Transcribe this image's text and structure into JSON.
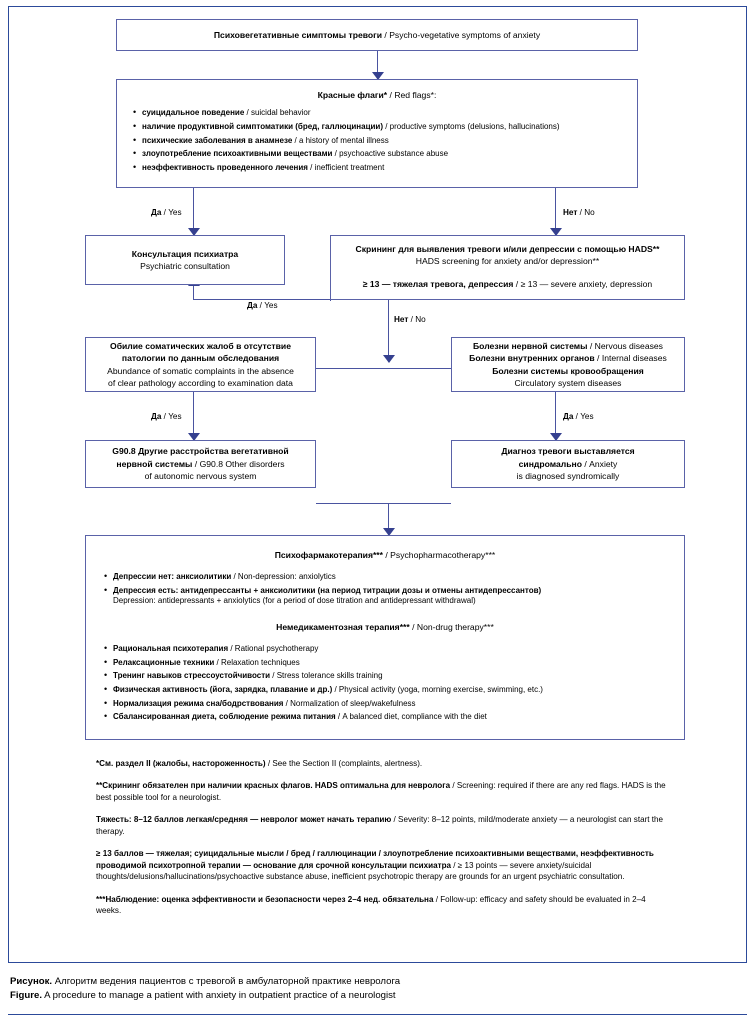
{
  "figure": {
    "accent_color": "#2c4a9a",
    "box_border_color": "#5a62a8",
    "arrow_color": "#35408f"
  },
  "nodes": {
    "symptoms": {
      "ru": "Психовегетативные симптомы тревоги",
      "sep": " / ",
      "en": "Psycho-vegetative symptoms of anxiety"
    },
    "red_flags": {
      "title_ru": "Красные флаги*",
      "title_sep": " / ",
      "title_en": "Red flags*:",
      "items": [
        {
          "ru": "суицидальное поведение",
          "sep": " / ",
          "en": "suicidal behavior"
        },
        {
          "ru": "наличие продуктивной симптоматики (бред, галлюцинации)",
          "sep": " / ",
          "en": "productive symptoms (delusions, hallucinations)"
        },
        {
          "ru": "психические заболевания в анамнезе",
          "sep": " / ",
          "en": "a history of mental illness"
        },
        {
          "ru": "злоупотребление психоактивными веществами",
          "sep": " / ",
          "en": "psychoactive substance abuse"
        },
        {
          "ru": "неэффективность проведенного лечения",
          "sep": " / ",
          "en": "inefficient treatment"
        }
      ]
    },
    "psychiatric_consultation": {
      "ru": "Консультация психиатра",
      "en": "Psychiatric consultation"
    },
    "hads": {
      "line1_ru": "Скрининг для выявления тревоги и/или депрессии с помощью HADS**",
      "line2_en": "HADS screening for anxiety and/or depression**",
      "line3_ru": "≥ 13 — тяжелая тревога, депрессия",
      "line3_sep": " / ",
      "line3_en": "≥ 13 — severe anxiety, depression"
    },
    "somatic": {
      "ru1": "Обилие соматических жалоб в отсутствие",
      "ru2": "патологии по данным обследования",
      "en1": "Abundance of somatic complaints in the absence",
      "en2": "of clear pathology according to examination data"
    },
    "diseases": {
      "l1_ru": "Болезни нервной системы",
      "l1_sep": " / ",
      "l1_en": "Nervous diseases",
      "l2_ru": "Болезни внутренних органов",
      "l2_sep": " / ",
      "l2_en": "Internal diseases",
      "l3_ru": "Болезни системы кровообращения",
      "l3_en": "Circulatory system diseases"
    },
    "g908": {
      "ru1": "G90.8 Другие расстройства вегетативной",
      "ru2": "нервной системы",
      "sep": " / ",
      "en1": "G90.8 Other disorders",
      "en2": "of autonomic nervous system"
    },
    "syndromic": {
      "ru1": "Диагноз тревоги выставляется",
      "ru2": "синдромально",
      "sep": " / ",
      "en1": "Anxiety",
      "en2": "is diagnosed syndromically"
    },
    "therapy": {
      "pharm_title_ru": "Психофармакотерапия***",
      "pharm_title_sep": " / ",
      "pharm_title_en": "Psychopharmacotherapy***",
      "pharm_items": [
        {
          "ru": "Депрессии нет: анксиолитики",
          "sep": " / ",
          "en": "Non-depression: anxiolytics",
          "sub": ""
        },
        {
          "ru": "Депрессия есть: антидепрессанты + анксиолитики (на период титрации дозы и отмены антидепрессантов)",
          "sep": "",
          "en": "",
          "sub": "Depression: antidepressants + anxiolytics (for a period of dose titration and antidepressant withdrawal)"
        }
      ],
      "nondrug_title_ru": "Немедикаментозная терапия***",
      "nondrug_title_sep": " / ",
      "nondrug_title_en": "Non-drug therapy***",
      "nondrug_items": [
        {
          "ru": "Рациональная психотерапия",
          "sep": " / ",
          "en": "Rational psychotherapy"
        },
        {
          "ru": "Релаксационные техники",
          "sep": " / ",
          "en": "Relaxation techniques"
        },
        {
          "ru": "Тренинг навыков стрессоустойчивости",
          "sep": " / ",
          "en": "Stress tolerance skills training"
        },
        {
          "ru": "Физическая активность (йога, зарядка, плавание и др.)",
          "sep": " / ",
          "en": "Physical activity (yoga, morning exercise, swimming, etc.)"
        },
        {
          "ru": "Нормализация режима сна/бодрствования",
          "sep": " / ",
          "en": "Normalization of sleep/wakefulness"
        },
        {
          "ru": "Сбалансированная диета, соблюдение режима питания",
          "sep": " / ",
          "en": "A balanced diet, compliance with the diet"
        }
      ]
    }
  },
  "edge_labels": {
    "yes_ru": "Да",
    "yes_sep": " / ",
    "yes_en": "Yes",
    "no_ru": "Нет",
    "no_sep": " / ",
    "no_en": "No"
  },
  "notes": [
    {
      "bold": "*См. раздел II (жалобы, настороженность)",
      "rest": " / See the Section II (complaints, alertness)."
    },
    {
      "bold": "**Скрининг обязателен при наличии красных флагов. HADS оптимальна для невролога",
      "rest": " / Screening: required if there are any red flags. HADS is the best possible tool for a neurologist."
    },
    {
      "bold": "Тяжесть: 8–12 баллов легкая/средняя — невролог может начать терапию",
      "rest": " / Severity: 8–12 points, mild/moderate anxiety — a neurologist can start the therapy."
    },
    {
      "bold": "≥ 13 баллов — тяжелая; суицидальные мысли / бред / галлюцинации / злоупотребление психоактивными веществами, неэффективность проводимой психотропной терапии — основание для срочной консультации психиатра",
      "rest": " / ≥ 13 points — severe anxiety/suicidal thoughts/delusions/hallucinations/psychoactive substance abuse, inefficient psychotropic therapy are grounds for an urgent psychiatric consultation."
    },
    {
      "bold": "***Наблюдение: оценка эффективности и безопасности через 2–4 нед. обязательна",
      "rest": " / Follow-up: efficacy and safety should be evaluated in 2–4 weeks."
    }
  ],
  "caption": {
    "ru_label": "Рисунок.",
    "ru_text": " Алгоритм ведения пациентов с тревогой в амбулаторной практике невролога",
    "en_label": "Figure.",
    "en_text": " A procedure to manage a patient with anxiety in outpatient practice of a neurologist"
  }
}
